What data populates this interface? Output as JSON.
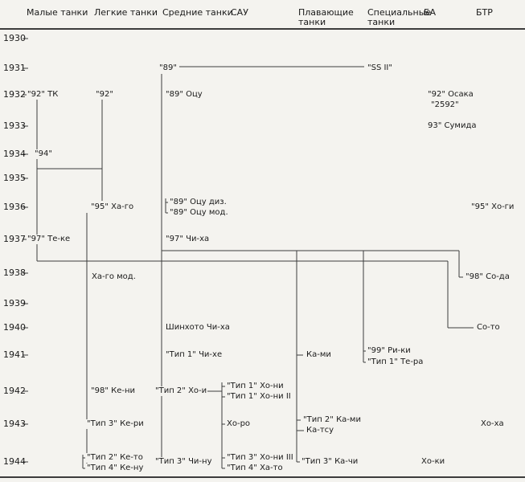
{
  "colors": {
    "background": "#f4f3ef",
    "ink": "#1a1a1a",
    "line": "#3c3c3c"
  },
  "columns": [
    {
      "label": "Малые танки"
    },
    {
      "label": "Легкие танки"
    },
    {
      "label": "Средние танки"
    },
    {
      "label": "САУ"
    },
    {
      "label": "Плавающие танки"
    },
    {
      "label": "Специальные танки"
    },
    {
      "label": "БА"
    },
    {
      "label": "БТР"
    }
  ],
  "years": [
    "1930",
    "1931",
    "1932",
    "1933",
    "1934",
    "1935",
    "1936",
    "1937",
    "1938",
    "1939",
    "1940",
    "1941",
    "1942",
    "1943",
    "1944"
  ],
  "nodes": [
    {
      "label": "\"89\"",
      "year": "1931",
      "column": "Средние танки"
    },
    {
      "label": "\"SS II\"",
      "year": "1931",
      "column": "Специальные танки"
    },
    {
      "label": "\"92\" ТК",
      "year": "1932",
      "column": "Малые танки"
    },
    {
      "label": "\"92\"",
      "year": "1932",
      "column": "Легкие танки"
    },
    {
      "label": "\"89\" Оцу",
      "year": "1932",
      "column": "Средние танки"
    },
    {
      "label": "\"92\" Осака",
      "year": "1932",
      "column": "БА"
    },
    {
      "label": "\"2592\"",
      "year": "1932",
      "column": "БА"
    },
    {
      "label": "93\" Сумида",
      "year": "1933",
      "column": "БА"
    },
    {
      "label": "\"94\"",
      "year": "1934",
      "column": "Малые танки"
    },
    {
      "label": "\"95\" Ха-го",
      "year": "1936",
      "column": "Легкие танки"
    },
    {
      "label": "\"89\" Оцу диз.",
      "year": "1936",
      "column": "Средние танки"
    },
    {
      "label": "\"89\" Оцу мод.",
      "year": "1936",
      "column": "Средние танки"
    },
    {
      "label": "\"95\" Хо-ги",
      "year": "1936",
      "column": "БТР"
    },
    {
      "label": "\"97\" Те-ке",
      "year": "1937",
      "column": "Малые танки"
    },
    {
      "label": "\"97\" Чи-ха",
      "year": "1937",
      "column": "Средние танки"
    },
    {
      "label": "Ха-го мод.",
      "year": "1938",
      "column": "Легкие танки"
    },
    {
      "label": "\"98\" Со-да",
      "year": "1938",
      "column": "БТР"
    },
    {
      "label": "Шинхото Чи-ха",
      "year": "1940",
      "column": "Средние танки"
    },
    {
      "label": "Со-то",
      "year": "1940",
      "column": "БТР"
    },
    {
      "label": "\"Тип 1\" Чи-хе",
      "year": "1941",
      "column": "Средние танки"
    },
    {
      "label": "Ка-ми",
      "year": "1941",
      "column": "Плавающие танки"
    },
    {
      "label": "\"99\" Ри-ки",
      "year": "1941",
      "column": "Специальные танки"
    },
    {
      "label": "\"Тип 1\" Те-ра",
      "year": "1941",
      "column": "Специальные танки"
    },
    {
      "label": "\"98\" Ке-ни",
      "year": "1942",
      "column": "Легкие танки"
    },
    {
      "label": "\"Тип 2\" Хо-и",
      "year": "1942",
      "column": "Средние танки"
    },
    {
      "label": "\"Тип 1\" Хо-ни",
      "year": "1942",
      "column": "САУ"
    },
    {
      "label": "\"Тип 1\" Хо-ни II",
      "year": "1942",
      "column": "САУ"
    },
    {
      "label": "\"Тип 3\" Ке-ри",
      "year": "1943",
      "column": "Легкие танки"
    },
    {
      "label": "Хо-ро",
      "year": "1943",
      "column": "САУ"
    },
    {
      "label": "\"Тип 2\" Ка-ми",
      "year": "1943",
      "column": "Плавающие танки"
    },
    {
      "label": "Ка-тсу",
      "year": "1943",
      "column": "Плавающие танки"
    },
    {
      "label": "Хо-ха",
      "year": "1943",
      "column": "БТР"
    },
    {
      "label": "\"Тип 2\" Ке-то",
      "year": "1944",
      "column": "Легкие танки"
    },
    {
      "label": "\"Тип 4\" Ке-ну",
      "year": "1944",
      "column": "Легкие танки"
    },
    {
      "label": "\"Тип 3\" Чи-ну",
      "year": "1944",
      "column": "Средние танки"
    },
    {
      "label": "\"Тип 3\" Хо-ни III",
      "year": "1944",
      "column": "САУ"
    },
    {
      "label": "\"Тип 4\" Ха-то",
      "year": "1944",
      "column": "САУ"
    },
    {
      "label": "\"Тип 3\" Ка-чи",
      "year": "1944",
      "column": "Плавающие танки"
    },
    {
      "label": "Хо-ки",
      "year": "1944",
      "column": "БА"
    }
  ]
}
